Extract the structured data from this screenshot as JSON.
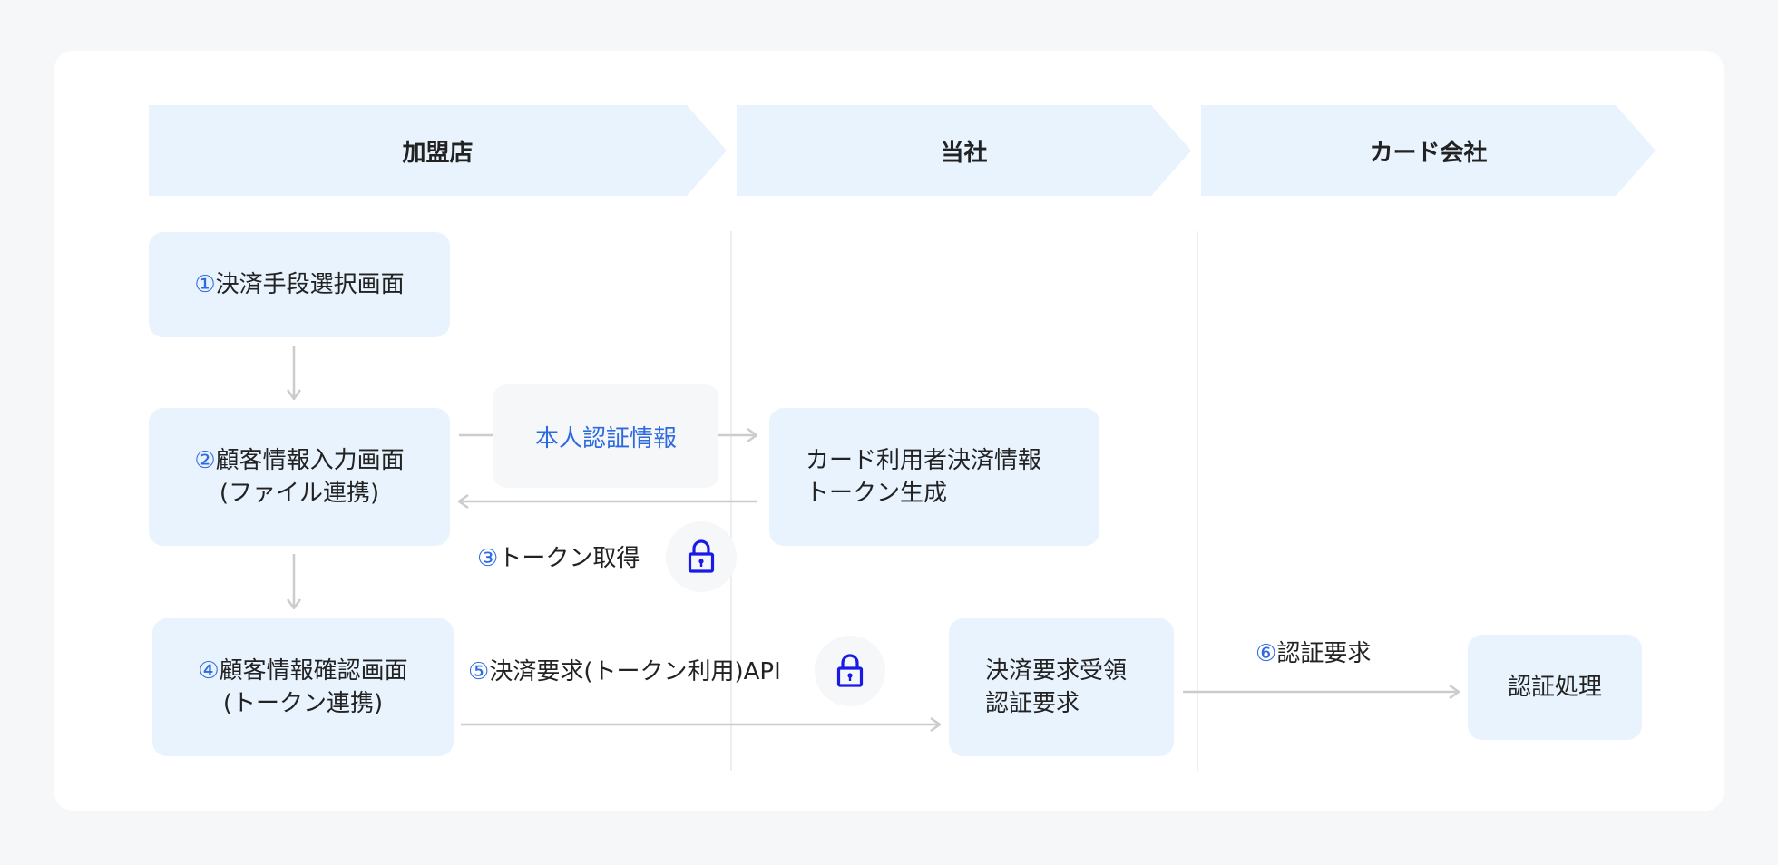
{
  "lanes": [
    "加盟店",
    "当社",
    "カード会社"
  ],
  "steps": {
    "step1": {
      "num": "①",
      "text": "決済手段選択画面"
    },
    "step2": {
      "num": "②",
      "line1": "顧客情報入力画面",
      "line2": "(ファイル連携)"
    },
    "step4": {
      "num": "④",
      "line1": "顧客情報確認画面",
      "line2": "(トークン連携)"
    }
  },
  "auth_info": "本人認証情報",
  "token_box": {
    "line1": "カード利用者決済情報",
    "line2": "トークン生成"
  },
  "receive_box": {
    "line1": "決済要求受領",
    "line2": "認証要求"
  },
  "process_box": "認証処理",
  "labels": {
    "token_get": {
      "num": "③",
      "text": "トークン取得"
    },
    "payment_api": {
      "num": "⑤",
      "text": "決済要求(トークン利用)API"
    },
    "auth_request": {
      "num": "⑥",
      "text": "認証要求"
    }
  },
  "icons": [
    "lock-icon"
  ],
  "colors": {
    "lane": "#e8f3fe",
    "accent": "#2d6ae0",
    "lock": "#1a1ae6",
    "arrow": "#cccccc"
  }
}
